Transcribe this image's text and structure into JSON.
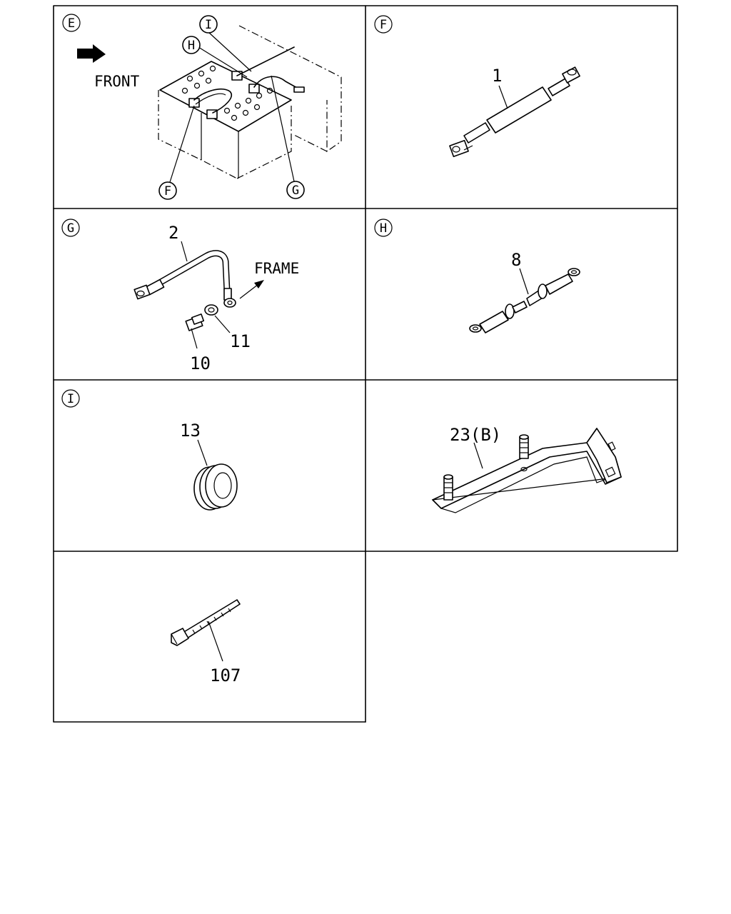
{
  "panels": {
    "e": {
      "letter": "E",
      "front": "FRONT",
      "callouts": [
        "I",
        "H",
        "F",
        "G"
      ]
    },
    "f": {
      "letter": "F",
      "part": "1"
    },
    "g": {
      "letter": "G",
      "part": "2",
      "frame": "FRAME",
      "bolt": "10",
      "washer": "11"
    },
    "h": {
      "letter": "H",
      "part": "8"
    },
    "i": {
      "letter": "I",
      "part": "13"
    },
    "bracket": {
      "part": "23(B)"
    },
    "tie": {
      "part": "107"
    }
  }
}
